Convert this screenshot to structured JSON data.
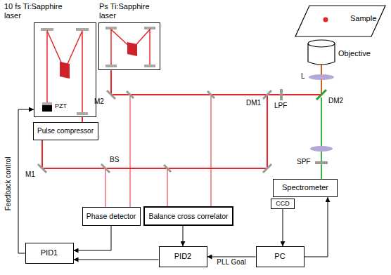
{
  "diagram": {
    "nodes": [
      {
        "text": [
          "10 fs Ti:Sapphire laser"
        ]
      },
      {
        "text": [
          "Ps Ti:Sapphire laser"
        ]
      },
      {
        "text": [
          "Pulse compressor"
        ]
      },
      {
        "text": [
          "Phase detector"
        ]
      },
      {
        "text": [
          "Balance cross correlator"
        ]
      },
      {
        "text": [
          "Spectrometer"
        ]
      },
      {
        "text": [
          "CCD"
        ]
      },
      {
        "text": [
          "PID1"
        ]
      },
      {
        "text": [
          "PID2"
        ]
      },
      {
        "text": [
          "PC"
        ]
      }
    ],
    "edges": [
      {
        "from": 0,
        "to": 2,
        "arrow": "none"
      },
      {
        "from": 7,
        "to": 0,
        "arrow": "to",
        "label": "Feedback control"
      },
      {
        "from": 3,
        "to": 7,
        "arrow": "to"
      },
      {
        "from": 8,
        "to": 7,
        "arrow": "to"
      },
      {
        "from": 4,
        "to": 8,
        "arrow": "to"
      },
      {
        "from": 9,
        "to": 8,
        "arrow": "to",
        "label": "PLL Goal"
      },
      {
        "from": 6,
        "to": 9,
        "arrow": "to"
      },
      {
        "from": 9,
        "to": 5,
        "arrow": "to"
      }
    ],
    "labels": [
      "PZT",
      "M1",
      "M2",
      "BS",
      "DM1",
      "LPF",
      "DM2",
      "L",
      "SPF",
      "Sample",
      "Objective"
    ]
  }
}
